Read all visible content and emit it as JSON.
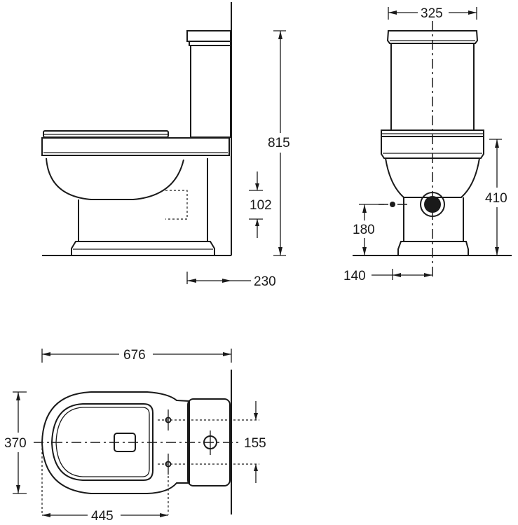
{
  "drawing": {
    "subject": "Close-coupled toilet technical drawing",
    "views": [
      "side-elevation",
      "front-elevation",
      "plan-view"
    ]
  },
  "side_view": {
    "total_height": "815",
    "outlet_height": "102",
    "outlet_offset_from_wall": "230"
  },
  "front_view": {
    "cistern_width": "325",
    "seat_height": "410",
    "inlet_height": "180",
    "inlet_offset": "140"
  },
  "plan_view": {
    "total_depth": "676",
    "width": "370",
    "fixing_spacing": "155",
    "fixing_distance": "445"
  },
  "colors": {
    "line": "#1a1a1a",
    "background": "#ffffff"
  }
}
